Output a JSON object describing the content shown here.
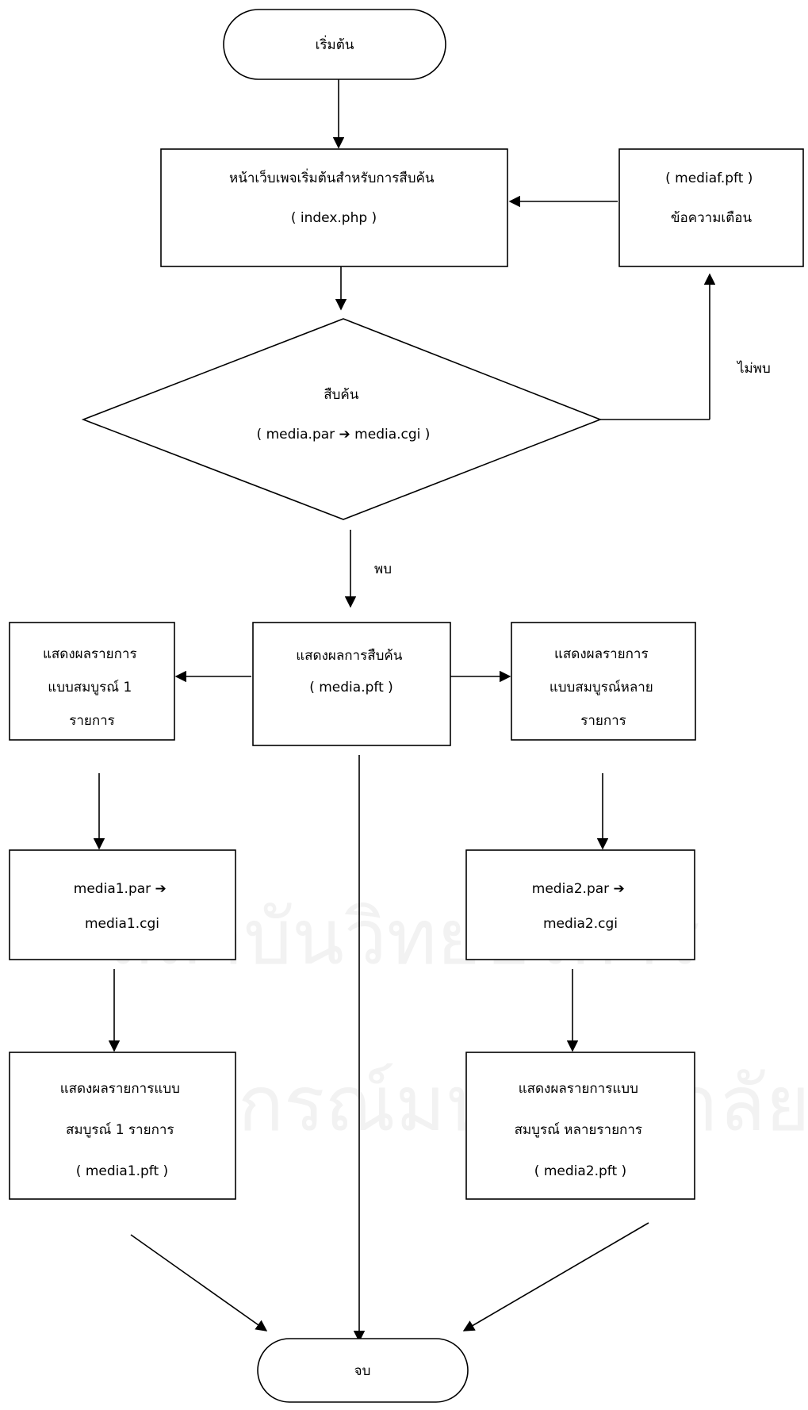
{
  "nodes": {
    "start": {
      "text": [
        "เริ่มต้น"
      ]
    },
    "index": {
      "text": [
        "หน้าเว็บเพจเริ่มต้นสำหรับการสืบค้น",
        "( index.php )"
      ]
    },
    "mediaf": {
      "text": [
        "( mediaf.pft )",
        "ข้อความเตือน"
      ]
    },
    "search": {
      "text": [
        "สืบค้น",
        "( media.par ➔ media.cgi )"
      ]
    },
    "result": {
      "text": [
        "แสดงผลการสืบค้น",
        "( media.pft )"
      ]
    },
    "full1": {
      "text": [
        "แสดงผลรายการ",
        "แบบสมบูรณ์ 1",
        "รายการ"
      ]
    },
    "fulln": {
      "text": [
        "แสดงผลรายการ",
        "แบบสมบูรณ์หลาย",
        "รายการ"
      ]
    },
    "cgi1": {
      "text": [
        "media1.par ➔",
        "media1.cgi"
      ]
    },
    "cgi2": {
      "text": [
        "media2.par ➔",
        "media2.cgi"
      ]
    },
    "pft1": {
      "text": [
        "แสดงผลรายการแบบ",
        "สมบูรณ์  1  รายการ",
        "( media1.pft )"
      ]
    },
    "pft2": {
      "text": [
        "แสดงผลรายการแบบ",
        "สมบูรณ์ หลายรายการ",
        "( media2.pft )"
      ]
    },
    "end": {
      "text": [
        "จบ"
      ]
    }
  },
  "edge_labels": {
    "not_found": "ไม่พบ",
    "found": "พบ"
  },
  "watermark": {
    "line1": "สถาบันวิทยบริการ",
    "line2": "จุฬาลงกรณ์มหาวิทยาลัย"
  }
}
